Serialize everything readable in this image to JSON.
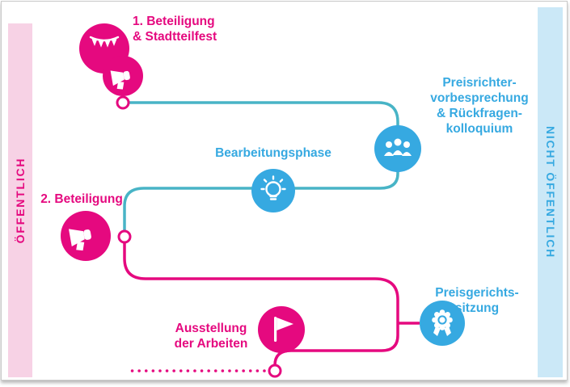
{
  "page": {
    "bands": {
      "public": {
        "label": "ÖFFENTLICH",
        "color": "#e5097f",
        "bg": "#f7d2e5"
      },
      "private": {
        "label": "NICHT ÖFFENTLICH",
        "color": "#36a9e1",
        "bg": "#cbe8f7"
      }
    },
    "steps": [
      {
        "id": "beteiligung-1",
        "label": "1. Beteiligung\n& Stadtteilfest",
        "icon": "bunting-megaphone-icon",
        "color": "pink"
      },
      {
        "id": "preisrichter",
        "label": "Preisrichter-\nvorbesprechung\n& Rückfragen-\nkolloquium",
        "icon": "jury-icon",
        "color": "blue"
      },
      {
        "id": "bearbeitung",
        "label": "Bearbeitungsphase",
        "icon": "lightbulb-icon",
        "color": "blue"
      },
      {
        "id": "beteiligung-2",
        "label": "2. Beteiligung",
        "icon": "megaphone-icon",
        "color": "pink"
      },
      {
        "id": "preisgericht",
        "label": "Preisgerichts-\nsitzung",
        "icon": "award-icon",
        "color": "blue"
      },
      {
        "id": "ausstellung",
        "label": "Ausstellung\nder Arbeiten",
        "icon": "flag-icon",
        "color": "pink"
      }
    ],
    "colors": {
      "pink": "#e5097f",
      "blue": "#36a9e1",
      "teal_line": "#48b4c6",
      "band_pink_bg": "#f7d2e5",
      "band_blue_bg": "#cbe8f7"
    }
  }
}
